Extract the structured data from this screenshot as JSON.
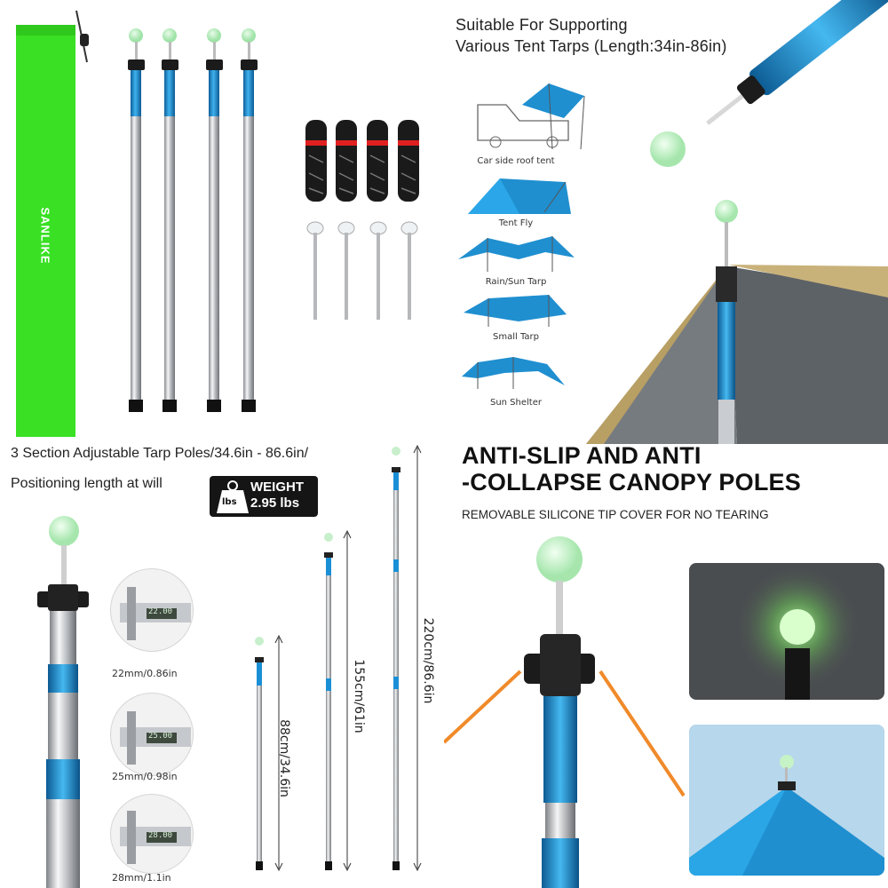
{
  "bag": {
    "brand": "SANLIKE",
    "color": "#39e024"
  },
  "panel_top_right": {
    "title_line1": "Suitable For Supporting",
    "title_line2": "Various Tent Tarps (Length:34in-86in)",
    "uses": [
      {
        "label": "Car side roof tent",
        "icon": "car-awning-icon"
      },
      {
        "label": "Tent Fly",
        "icon": "tent-fly-icon"
      },
      {
        "label": "Rain/Sun Tarp",
        "icon": "rain-tarp-icon"
      },
      {
        "label": "Small Tarp",
        "icon": "small-tarp-icon"
      },
      {
        "label": "Sun Shelter",
        "icon": "sun-shelter-icon"
      }
    ]
  },
  "panel_bottom_left": {
    "title_line1": "3 Section Adjustable Tarp Poles/34.6in - 86.6in/",
    "title_line2": "Positioning length at will",
    "weight_label": "WEIGHT",
    "weight_value": "2.95 lbs",
    "weight_icon_text": "lbs",
    "diameters": [
      "22mm/0.86in",
      "25mm/0.98in",
      "28mm/1.1in"
    ],
    "caliper_readouts": [
      "22.00",
      "25.00",
      "28.00"
    ],
    "lengths": [
      "88cm/34.6in",
      "155cm/61in",
      "220cm/86.6in"
    ]
  },
  "panel_bottom_right": {
    "title_line1": "ANTI-SLIP AND ANTI",
    "title_line2": "-COLLAPSE CANOPY POLES",
    "subtitle": "REMOVABLE SILICONE TIP COVER FOR NO TEARING"
  },
  "colors": {
    "accent_blue": "#1a8fd6",
    "glow_ball": "#bdf0c2",
    "steel": "#c9ccd0",
    "cord_orange": "#f08a2a",
    "tarp_blue": "#1f8fd0",
    "tarp_khaki": "#c9b27a"
  }
}
